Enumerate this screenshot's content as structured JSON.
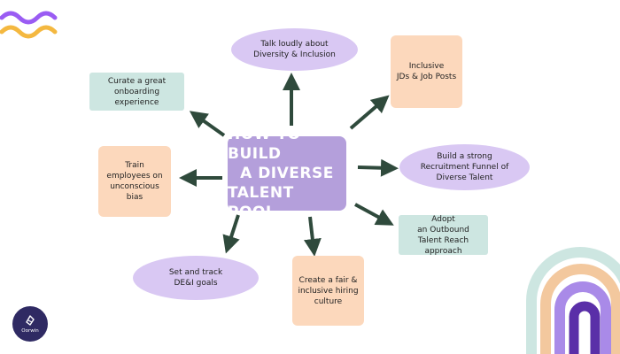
{
  "center": {
    "lines": [
      "HOW TO BUILD",
      "A DIVERSE",
      "TALENT POOL"
    ]
  },
  "nodes": {
    "top": [
      "Talk loudly about",
      "Diversity & Inclusion"
    ],
    "top_right": [
      "Inclusive",
      "JDs & Job Posts"
    ],
    "right_upper": [
      "Build a strong",
      "Recruitment Funnel of",
      "Diverse Talent"
    ],
    "right_lower": [
      "Adopt",
      "an Outbound",
      "Talent Reach approach"
    ],
    "bottom_right": [
      "Create a fair &",
      "inclusive hiring",
      "culture"
    ],
    "bottom_left": [
      "Set and track",
      "DE&I goals"
    ],
    "left": [
      "Train",
      "employees on",
      "unconscious bias"
    ],
    "top_left": [
      "Curate a great",
      "onboarding experience"
    ]
  },
  "logo": {
    "text": "Oorwin"
  },
  "colors": {
    "lavender": "#d9c8f3",
    "peach": "#fcd8bc",
    "mint": "#cde6e1",
    "center": "#b49fdb",
    "arrow": "#2f4a3c",
    "logo_bg": "#2f2a63",
    "deco_purple": "#9a5cf3",
    "deco_yellow": "#f4b840",
    "arc_mint": "#cde6e1",
    "arc_peach": "#f3c89e",
    "arc_lavender": "#a98ae8",
    "arc_purple": "#5a2fa8"
  }
}
